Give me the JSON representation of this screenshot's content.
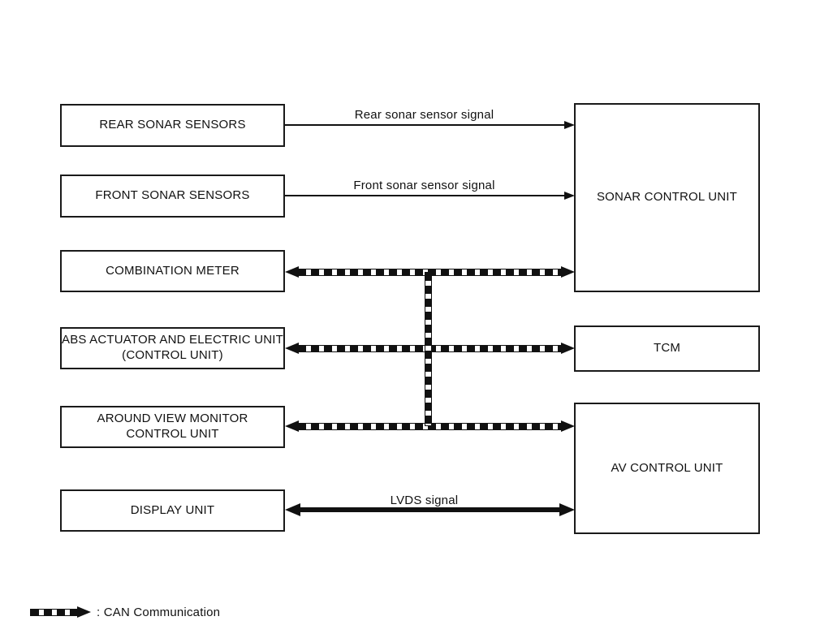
{
  "diagram": {
    "background": "#ffffff",
    "ink": "#111111",
    "boxes": {
      "rear_sonar_sensors": "REAR SONAR SENSORS",
      "front_sonar_sensors": "FRONT SONAR SENSORS",
      "combination_meter": "COMBINATION METER",
      "abs_actuator": "ABS ACTUATOR AND ELECTRIC UNIT\n(CONTROL UNIT)",
      "around_view_monitor": "AROUND VIEW MONITOR\nCONTROL UNIT",
      "display_unit": "DISPLAY UNIT",
      "sonar_control_unit": "SONAR CONTROL UNIT",
      "tcm": "TCM",
      "av_control_unit": "AV CONTROL UNIT"
    },
    "signal_labels": {
      "rear": "Rear sonar sensor signal",
      "front": "Front sonar sensor signal",
      "lvds": "LVDS signal"
    },
    "legend": {
      "label": ": CAN Communication"
    }
  }
}
